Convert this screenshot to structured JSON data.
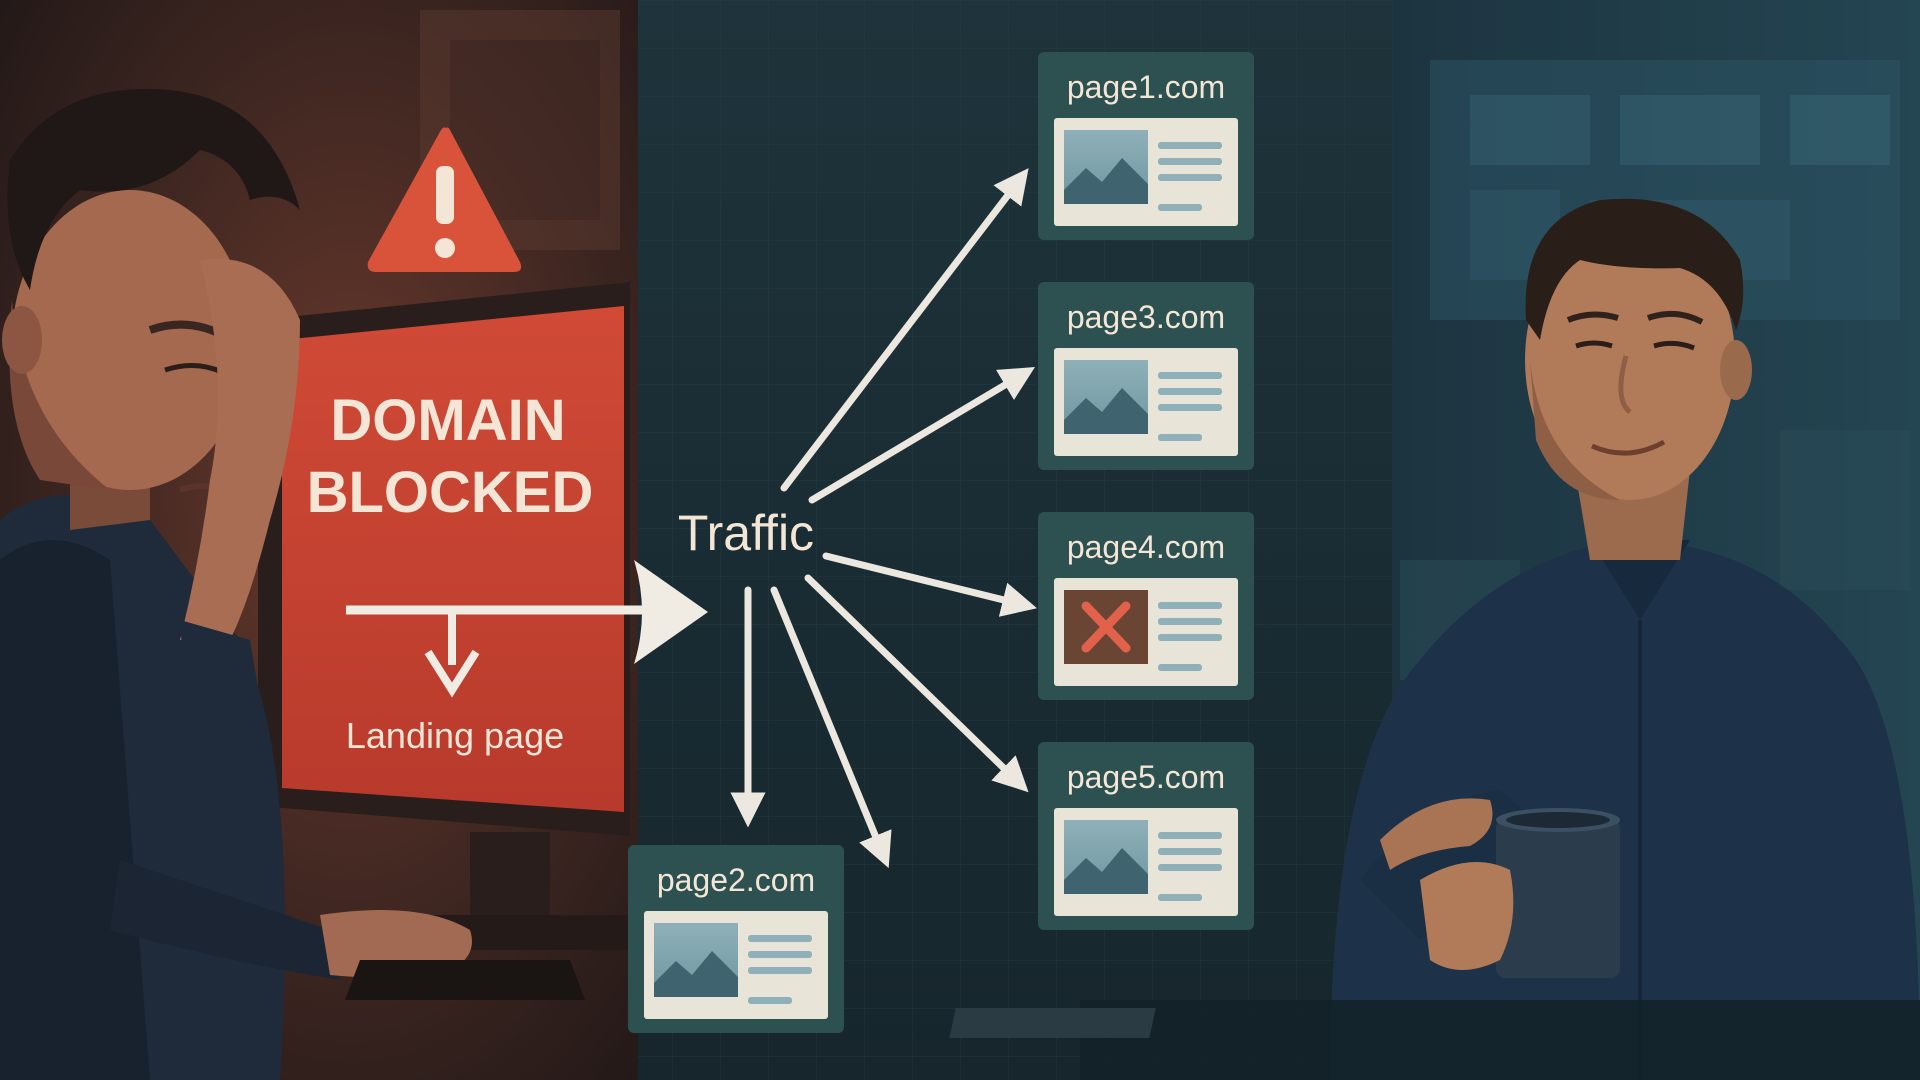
{
  "blocked_screen": {
    "line1": "DOMAIN",
    "line2": "BLOCKED",
    "landing_label": "Landing page"
  },
  "hub": {
    "label": "Traffic"
  },
  "pages": [
    {
      "label": "page1.com",
      "status": "ok"
    },
    {
      "label": "page3.com",
      "status": "ok"
    },
    {
      "label": "page4.com",
      "status": "broken"
    },
    {
      "label": "page5.com",
      "status": "ok"
    },
    {
      "label": "page2.com",
      "status": "ok"
    }
  ],
  "colors": {
    "alert_red": "#d9533a",
    "screen_red": "#c84432",
    "text_cream": "#f3e6d6",
    "card_teal": "#2c5150",
    "arrow": "#ece7df",
    "left_bg": "#4a2a24",
    "mid_bg": "#1b2f36",
    "right_bg": "#1f3b46"
  },
  "icons": {
    "warning": "warning-triangle-icon",
    "thumbnail": "image-thumbnail-icon",
    "broken": "broken-image-x-icon"
  }
}
